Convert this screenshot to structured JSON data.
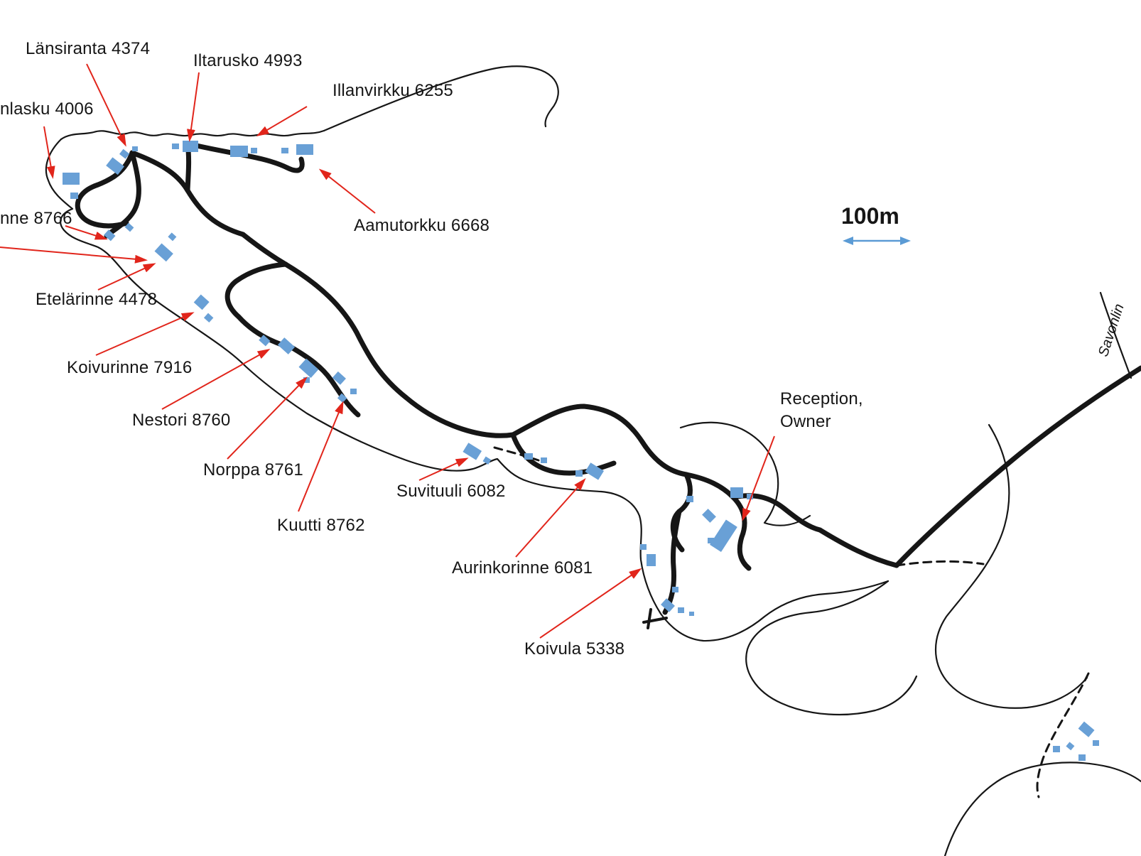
{
  "scale": {
    "label": "100m"
  },
  "road_sign_text": "Savonlin",
  "labels": {
    "lansiranta": "Länsiranta 4374",
    "iltarusko": "Iltarusko 4993",
    "illanvirkku": "Illanvirkku 6255",
    "auringonlasku_partial": "nlasku 4006",
    "rinne_partial": "nne 8766",
    "etelarinne": "Etelärinne 4478",
    "koivurinne": "Koivurinne 7916",
    "nestori": "Nestori 8760",
    "norppa": "Norppa 8761",
    "kuutti": "Kuutti 8762",
    "suvituuli": "Suvituuli 6082",
    "aurinkorinne": "Aurinkorinne 6081",
    "koivula": "Koivula 5338",
    "aamutorkku": "Aamutorkku 6668",
    "reception": "Reception,\nOwner"
  },
  "colors": {
    "building": "#69a0d6",
    "arrow": "#e1251b",
    "scale-arrow": "#5b9bd5",
    "line": "#161616"
  }
}
